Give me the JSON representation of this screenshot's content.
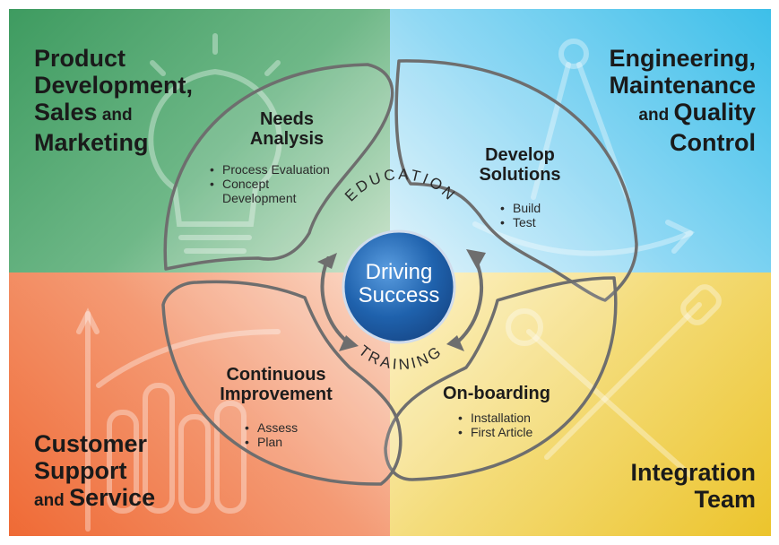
{
  "quadrants": {
    "top_left": {
      "line1": "Product",
      "line2": "Development,",
      "line3_main": "Sales",
      "line3_small": " and",
      "line4": "Marketing",
      "color": "#3e9b60"
    },
    "top_right": {
      "line1": "Engineering,",
      "line2": "Maintenance",
      "line3_small": "and ",
      "line3_main": "Quality",
      "line4": "Control",
      "color": "#3dbfe9"
    },
    "bottom_left": {
      "line1": "Customer",
      "line2": "Support",
      "line3_small": "and ",
      "line3_main": "Service",
      "color": "#ef6a35"
    },
    "bottom_right": {
      "line1": "Integration",
      "line2": "Team",
      "color": "#ecc42c"
    }
  },
  "petals": {
    "needs_analysis": {
      "title1": "Needs",
      "title2": "Analysis",
      "items": [
        "Process Evaluation",
        "Concept",
        "Development"
      ]
    },
    "develop_solutions": {
      "title1": "Develop",
      "title2": "Solutions",
      "items": [
        "Build",
        "Test"
      ]
    },
    "on_boarding": {
      "title": "On-boarding",
      "items": [
        "Installation",
        "First Article"
      ]
    },
    "continuous_improvement": {
      "title1": "Continuous",
      "title2": "Improvement",
      "items": [
        "Assess",
        "Plan"
      ]
    }
  },
  "ring": {
    "top_label": "EDUCATION",
    "bottom_label": "TRAINING"
  },
  "center": {
    "line1": "Driving",
    "line2": "Success",
    "color": "#1f62ad"
  },
  "icons": [
    "lightbulb-icon",
    "compass-icon",
    "bar-chart-icon",
    "wrench-screwdriver-icon"
  ]
}
